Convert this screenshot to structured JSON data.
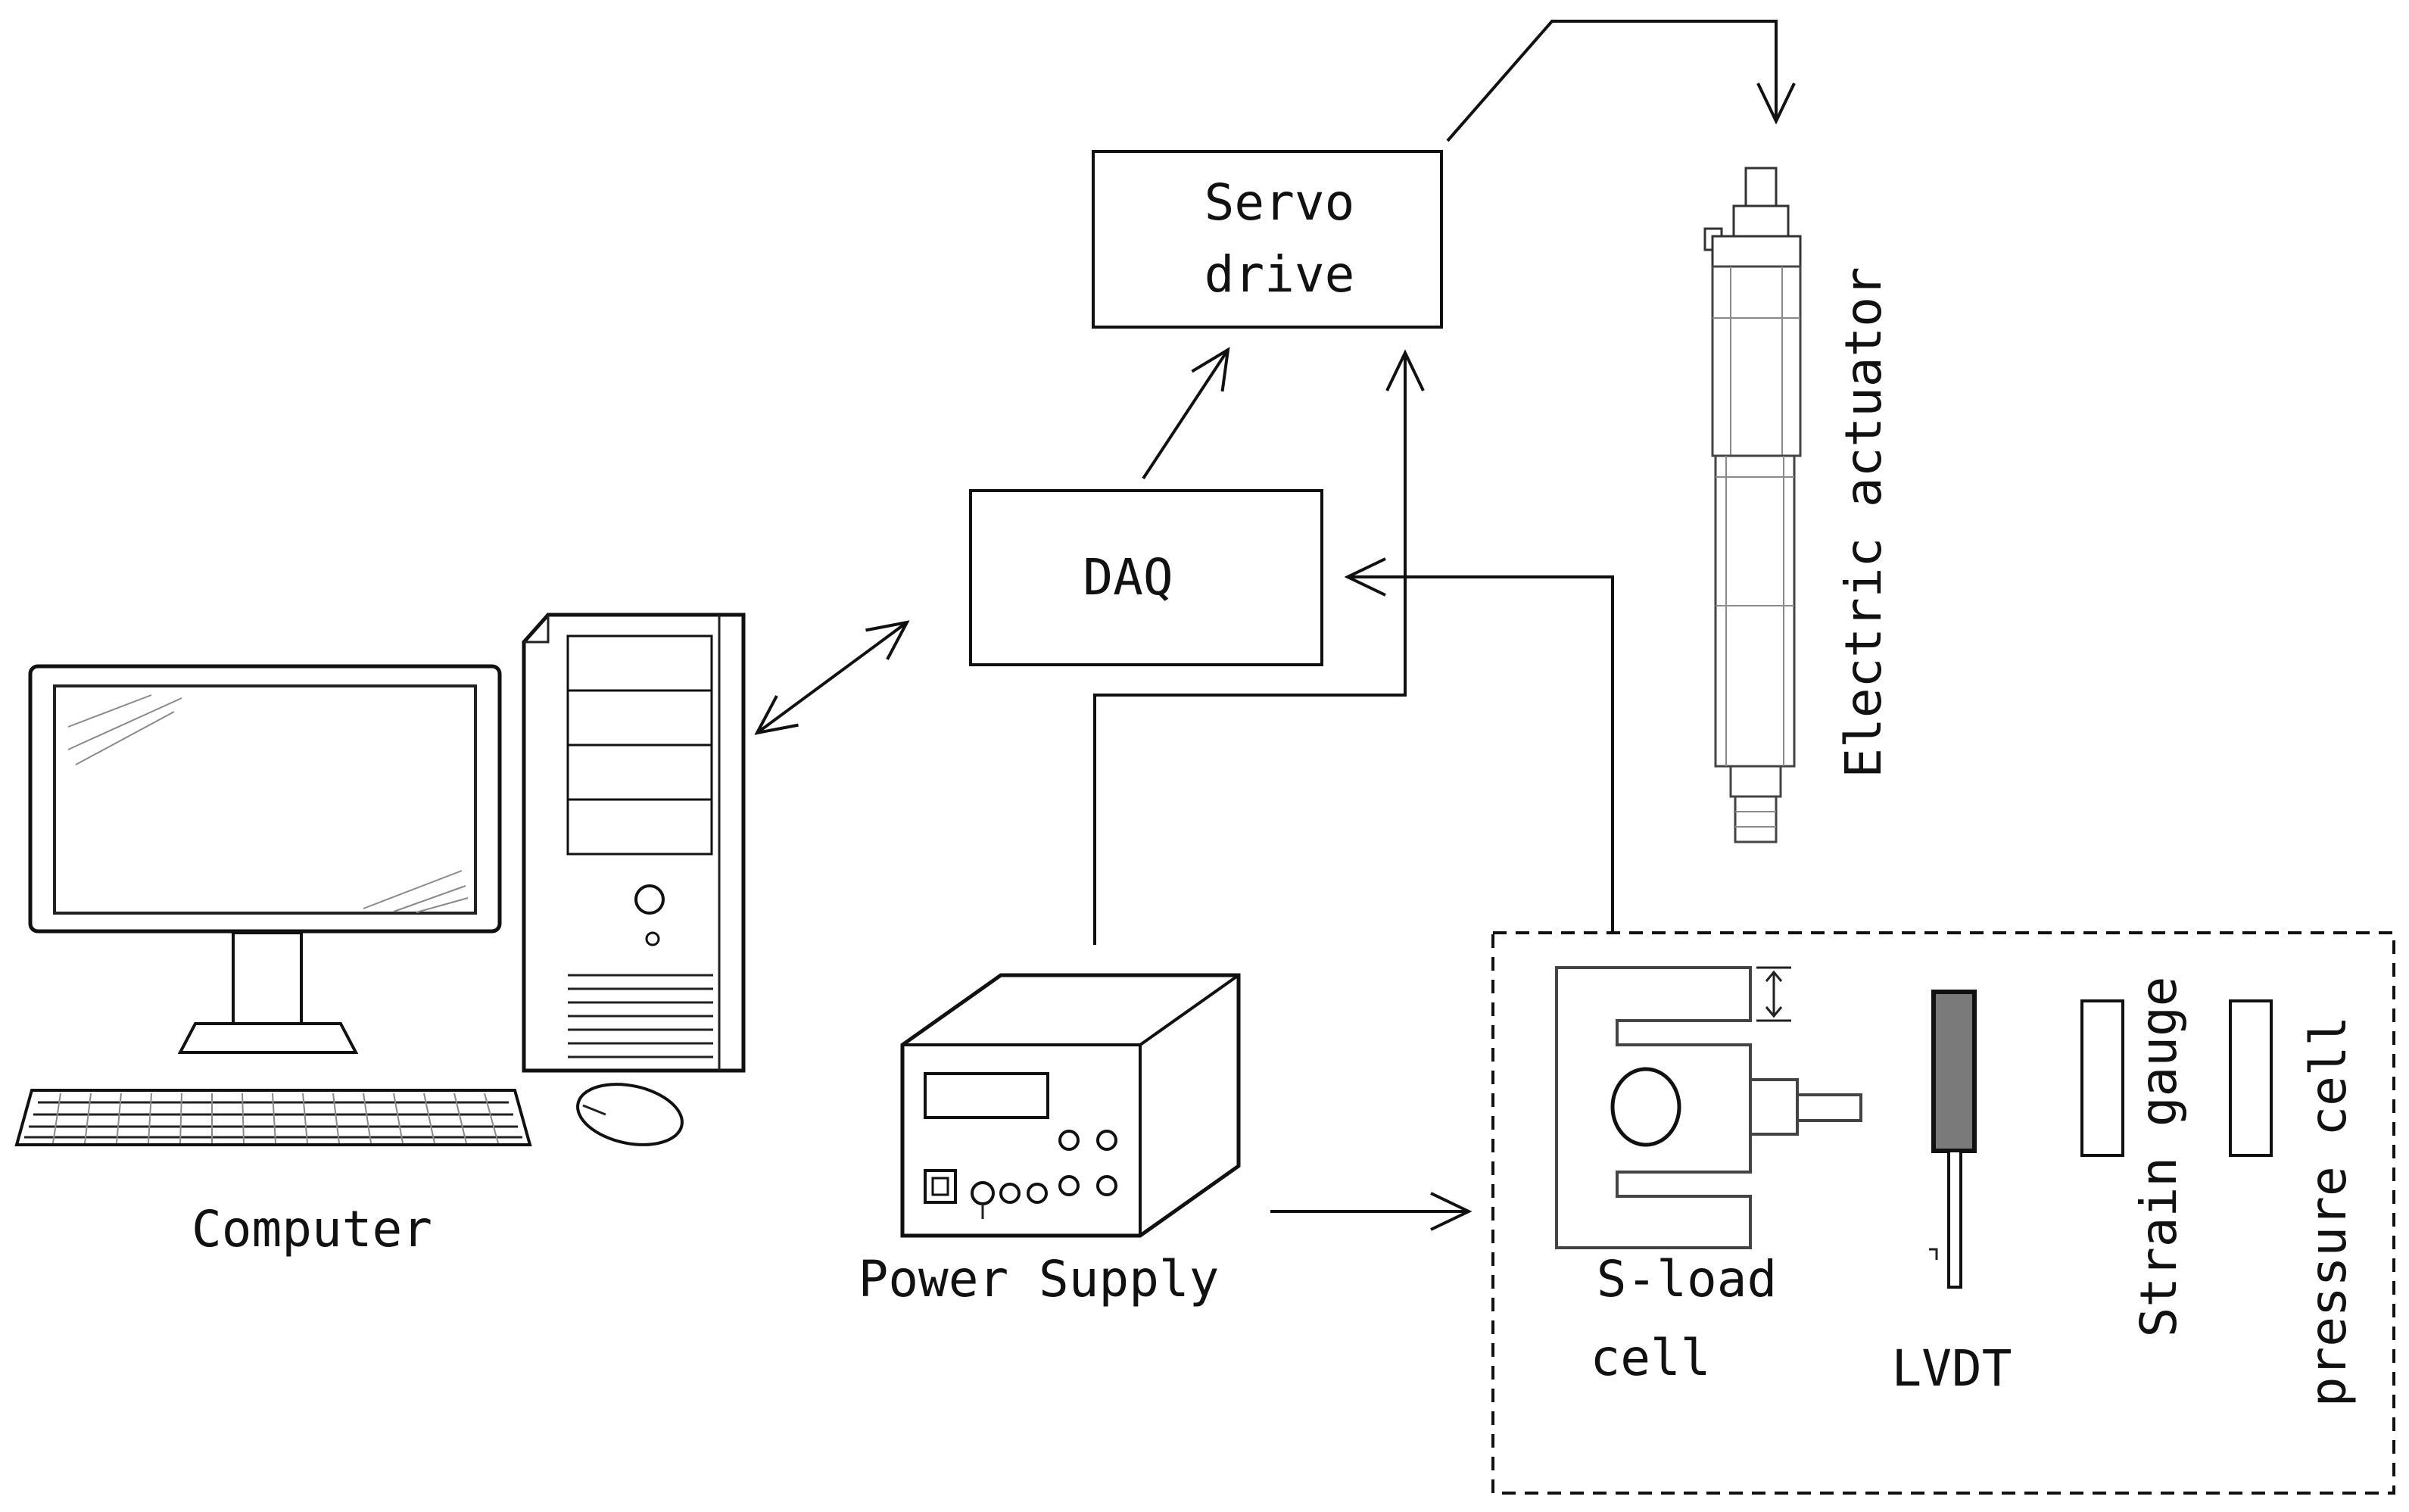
{
  "colors": {
    "ink": "#111111",
    "paper": "#ffffff",
    "lvdt_fill": "#7a7a7a"
  },
  "blocks": {
    "servo_drive": {
      "line1": "Servo",
      "line2": "drive"
    },
    "daq": "DAQ"
  },
  "devices": {
    "computer": "Computer",
    "power_supply": "Power Supply",
    "electric_actuator": "Electric actuator"
  },
  "sensors": {
    "s_load_cell": {
      "line1": "S-load",
      "line2": "cell"
    },
    "lvdt": "LVDT",
    "strain_gauge": "Strain gauge",
    "pressure_cell": "pressure cell"
  },
  "icons": [
    "computer-monitor-icon",
    "computer-tower-icon",
    "keyboard-icon",
    "mouse-icon",
    "power-supply-icon",
    "electric-actuator-icon",
    "s-load-cell-icon",
    "lvdt-icon",
    "strain-gauge-icon",
    "pressure-cell-icon"
  ]
}
